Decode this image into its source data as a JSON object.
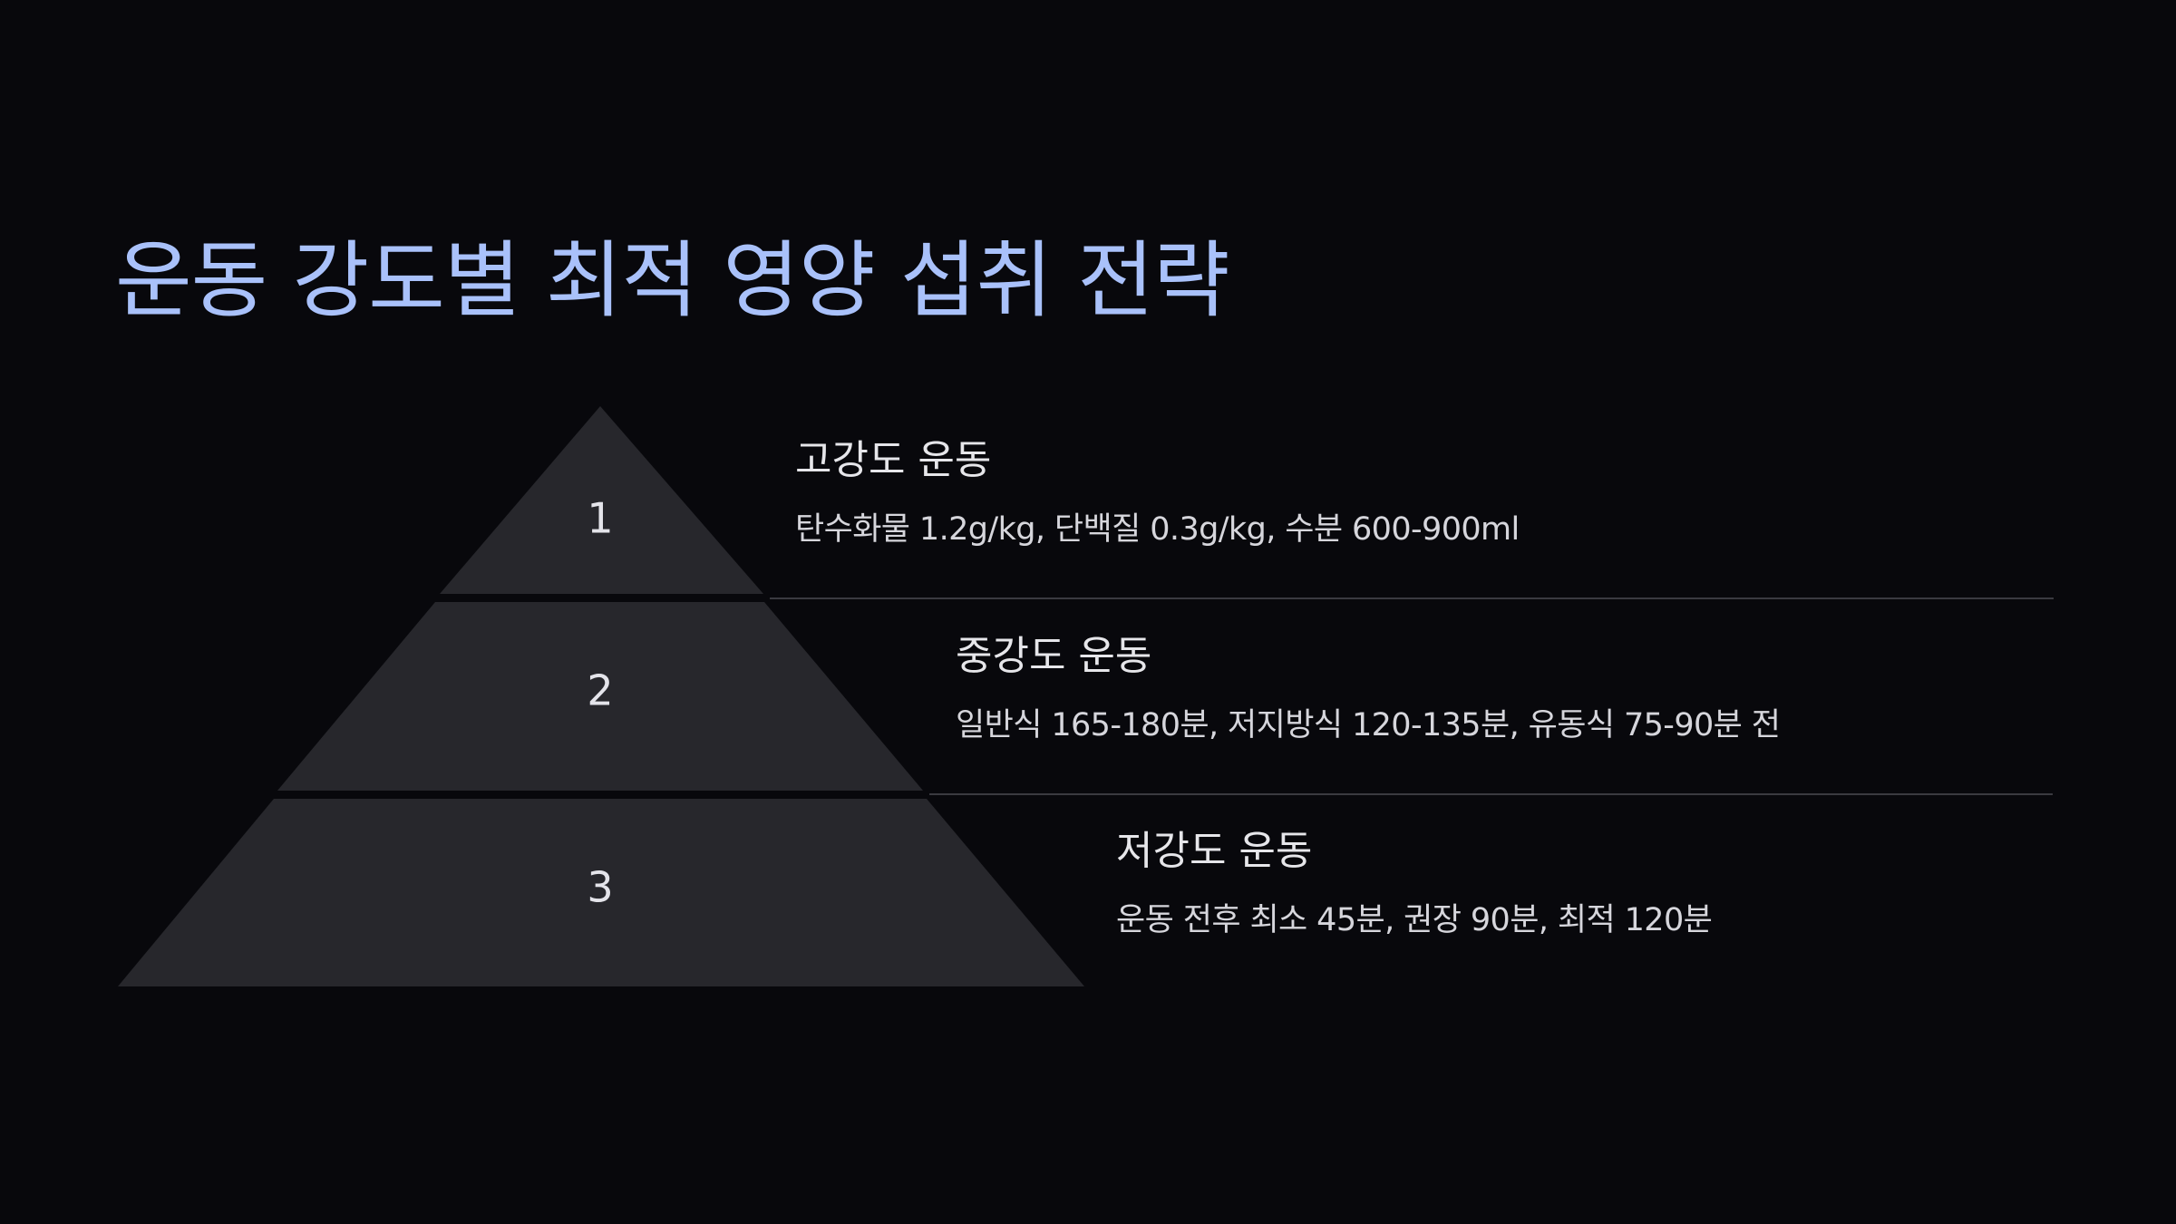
{
  "title": "운동 강도별 최적 영양 섭취 전략",
  "colors": {
    "background": "#08080c",
    "title": "#a9c1fa",
    "tier_fill": "#27272c",
    "text": "#e6e6ea",
    "divider": "#3a3a40"
  },
  "levels": [
    {
      "number": "1",
      "title": "고강도 운동",
      "description": "탄수화물 1.2g/kg, 단백질 0.3g/kg, 수분 600-900ml"
    },
    {
      "number": "2",
      "title": "중강도 운동",
      "description": "일반식 165-180분, 저지방식 120-135분, 유동식 75-90분 전"
    },
    {
      "number": "3",
      "title": "저강도 운동",
      "description": "운동 전후 최소 45분, 권장 90분, 최적 120분"
    }
  ]
}
